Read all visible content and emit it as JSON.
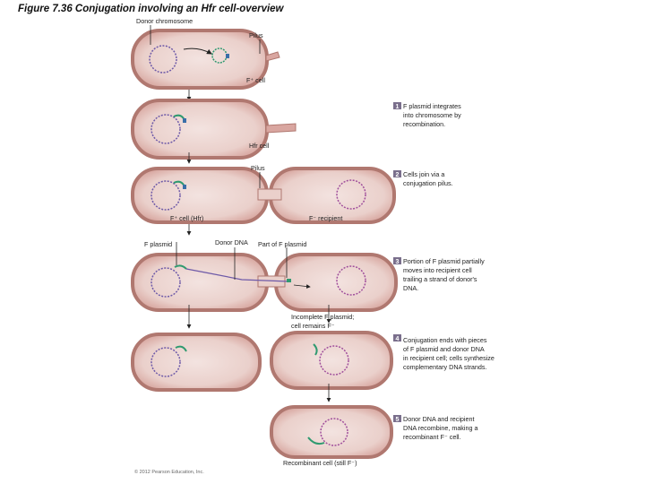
{
  "title": "Figure 7.36 Conjugation involving an Hfr cell-overview",
  "labels": {
    "donor_chromosome": "Donor chromosome",
    "pilus_1": "Pilus",
    "f_plus_cell": "F⁺ cell",
    "hfr_cell": "Hfr cell",
    "pilus_2": "Pilus",
    "f_plus_cell_hfr": "F⁺ cell (Hfr)",
    "f_minus_recipient": "F⁻ recipient",
    "f_plasmid": "F plasmid",
    "donor_dna": "Donor DNA",
    "part_of_f_plasmid": "Part of F plasmid",
    "incomplete_1": "Incomplete F plasmid;",
    "incomplete_2": "cell remains F⁻",
    "recombinant_cell": "Recombinant cell (still F⁻)"
  },
  "steps": [
    {
      "number": "1",
      "lines": [
        "F plasmid integrates",
        "into chromosome by",
        "recombination."
      ]
    },
    {
      "number": "2",
      "lines": [
        "Cells join via a",
        "conjugation pilus."
      ]
    },
    {
      "number": "3",
      "lines": [
        "Portion of F plasmid partially",
        "moves into recipient cell",
        "trailing a strand of donor's",
        "DNA."
      ]
    },
    {
      "number": "4",
      "lines": [
        "Conjugation ends with pieces",
        "of F plasmid and donor DNA",
        "in recipient cell; cells synthesize",
        "complementary DNA strands."
      ]
    },
    {
      "number": "5",
      "lines": [
        "Donor DNA and recipient",
        "DNA recombine, making a",
        "recombinant F⁻ cell."
      ]
    }
  ],
  "copyright": "© 2012 Pearson Education, Inc.",
  "colors": {
    "cell_fill": "#d9a6a0",
    "cell_stroke": "#b07870",
    "cytoplasm": "#eed7d3",
    "step_badge": "#7a6f8c",
    "donor_chromosome": "#6e5aa8",
    "recipient_chromosome": "#a04f9c",
    "f_plasmid": "#2f9a70",
    "donor_dna_blue": "#3a6fa8"
  }
}
